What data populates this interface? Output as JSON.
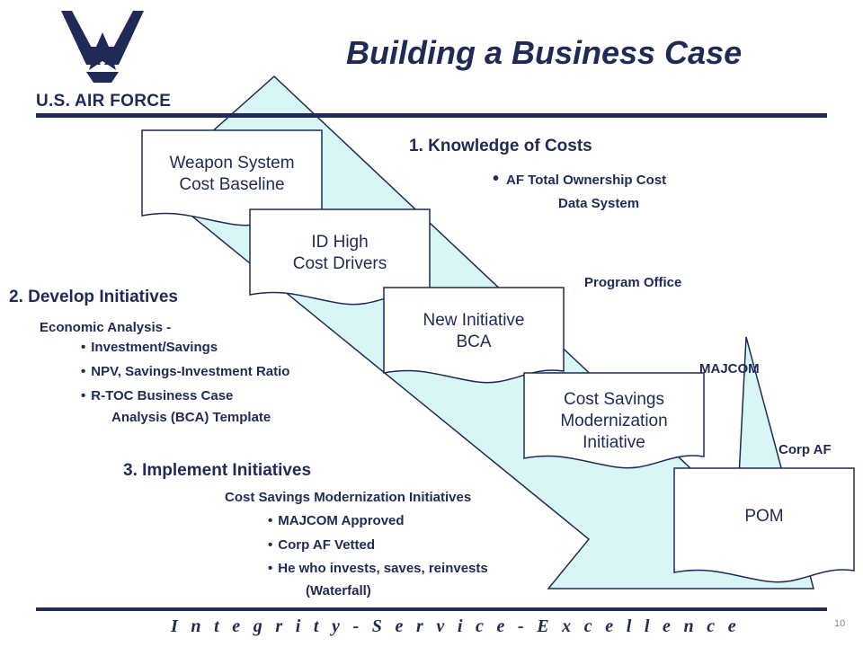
{
  "header": {
    "title": "Building a Business Case",
    "logo_text": "U.S. AIR FORCE"
  },
  "boxes": [
    {
      "line1": "Weapon System",
      "line2": "Cost Baseline"
    },
    {
      "line1": "ID High",
      "line2": "Cost Drivers"
    },
    {
      "line1": "New Initiative",
      "line2": "BCA"
    },
    {
      "line1": "Cost Savings",
      "line2": "Modernization",
      "line3": "Initiative"
    },
    {
      "line1": "POM"
    }
  ],
  "section1": {
    "heading": "1. Knowledge of Costs",
    "bullet_line1": "AF Total Ownership Cost",
    "bullet_line2": "Data System"
  },
  "section2": {
    "heading": "2. Develop Initiatives",
    "subheading": "Economic Analysis -",
    "bullets": [
      "Investment/Savings",
      "NPV, Savings-Investment Ratio",
      "R-TOC Business Case"
    ],
    "continuation": "Analysis (BCA) Template"
  },
  "section3": {
    "heading": "3. Implement Initiatives",
    "subheading": "Cost Savings Modernization Initiatives",
    "bullets": [
      "MAJCOM Approved",
      "Corp AF Vetted",
      "He who invests, saves, reinvests"
    ],
    "continuation": "(Waterfall)"
  },
  "stage_labels": {
    "program_office": "Program Office",
    "majcom": "MAJCOM",
    "corp_af": "Corp AF"
  },
  "footer": {
    "motto": "I n t e g r i t y  -  S e r v i c e  -  E x c e l l e n c e",
    "page_number": "10"
  },
  "colors": {
    "navy": "#1f2a57",
    "arrow_fill": "#d9f6f6",
    "box_fill": "#ffffff"
  },
  "icons": {
    "logo": "usaf-wings-emblem-icon"
  }
}
